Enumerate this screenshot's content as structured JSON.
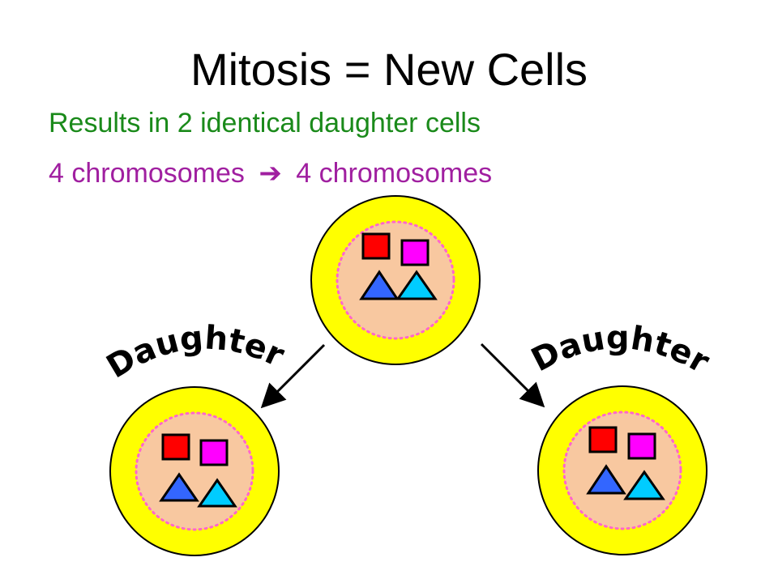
{
  "title": "Mitosis = New Cells",
  "bullets": [
    {
      "text": "Results in 2 identical daughter cells"
    },
    {
      "left": "4 chromosomes",
      "arrow": "➔",
      "right": "4 chromosomes"
    }
  ],
  "labels": {
    "daughter_left": "Daughter",
    "daughter_right": "Daughter"
  },
  "colors": {
    "cell_membrane": "#ffff00",
    "nucleus": "#f8c8a0",
    "nuclear_envelope_dots": "#ff66cc",
    "chromosome_square_red": "#ff0000",
    "chromosome_square_magenta": "#ff00ff",
    "chromosome_triangle_blue": "#3366ff",
    "chromosome_triangle_cyan": "#00ccff",
    "title_text": "#000000",
    "bullet_green": "#1a8a1a",
    "bullet_purple": "#a01fa0"
  },
  "cells": [
    {
      "role": "parent",
      "chromosomes": [
        "red-square",
        "magenta-square",
        "blue-triangle",
        "cyan-triangle"
      ]
    },
    {
      "role": "daughter-left",
      "chromosomes": [
        "red-square",
        "magenta-square",
        "blue-triangle",
        "cyan-triangle"
      ]
    },
    {
      "role": "daughter-right",
      "chromosomes": [
        "red-square",
        "magenta-square",
        "blue-triangle",
        "cyan-triangle"
      ]
    }
  ]
}
